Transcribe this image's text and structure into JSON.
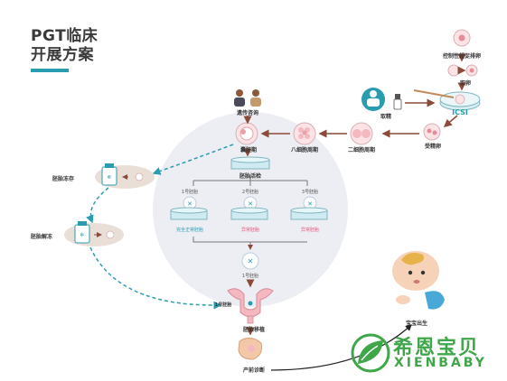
{
  "title": {
    "line1": "PGT临床",
    "line2": "开展方案"
  },
  "steps": {
    "ovulation": "控制性超促排卵",
    "egg_retrieval": "取卵",
    "sperm_retrieval": "取精",
    "icsi": "ICSI",
    "fertilized": "受精卵",
    "two_cell": "二细胞周期",
    "eight_cell": "八细胞周期",
    "blastocyst": "囊胚期",
    "counseling": "遗传咨询",
    "biopsy": "胚胎活检",
    "freeze": "胚胎冻存",
    "thaw": "胚胎解冻",
    "transfer": "胚胎移植",
    "prenatal": "产前诊断",
    "birth": "宝宝出生"
  },
  "embryos": [
    {
      "name": "1号胚胎",
      "result": "完全正常胚胎",
      "result_color": "#2a9cb0"
    },
    {
      "name": "2号胚胎",
      "result": "异常胚胎",
      "result_color": "#e05a7a"
    },
    {
      "name": "3号胚胎",
      "result": "异常胚胎",
      "result_color": "#e05a7a"
    }
  ],
  "selected_embryo": "1号胚胎",
  "uterus_embryo": "1号胚胎",
  "logo": {
    "cn": "希恩宝贝",
    "en": "XIENBABY"
  },
  "colors": {
    "accent": "#2a9cb0",
    "arrow": "#8b4a3a",
    "brand": "#3fa74a",
    "abnormal": "#e05a7a"
  }
}
